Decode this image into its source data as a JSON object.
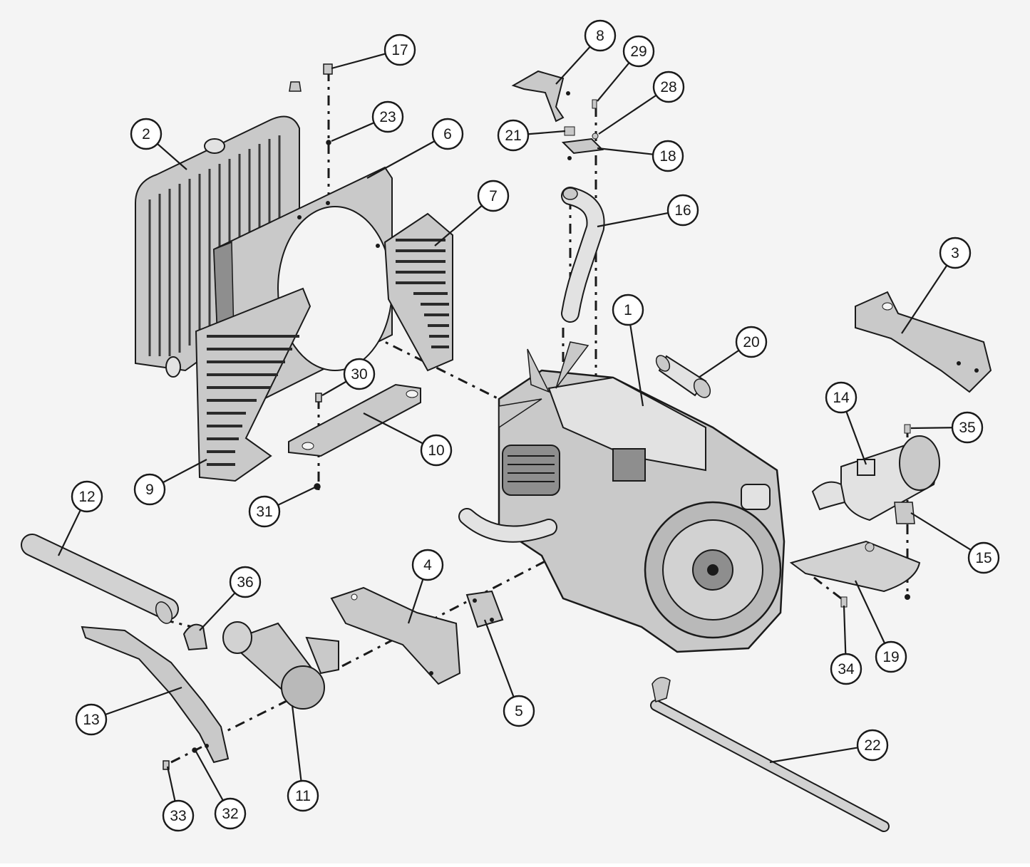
{
  "diagram": {
    "colors": {
      "background": "#f4f4f4",
      "part_fill": "#c9c9c9",
      "part_light": "#e2e2e2",
      "part_dark": "#8e8e8e",
      "outline": "#1a1a1a",
      "callout_fill": "#ffffff"
    },
    "callouts": [
      {
        "id": "c1",
        "label": "1"
      },
      {
        "id": "c2",
        "label": "2"
      },
      {
        "id": "c3",
        "label": "3"
      },
      {
        "id": "c4",
        "label": "4"
      },
      {
        "id": "c5",
        "label": "5"
      },
      {
        "id": "c6",
        "label": "6"
      },
      {
        "id": "c7",
        "label": "7"
      },
      {
        "id": "c8",
        "label": "8"
      },
      {
        "id": "c9",
        "label": "9"
      },
      {
        "id": "c10",
        "label": "10"
      },
      {
        "id": "c11",
        "label": "11"
      },
      {
        "id": "c12",
        "label": "12"
      },
      {
        "id": "c13",
        "label": "13"
      },
      {
        "id": "c14",
        "label": "14"
      },
      {
        "id": "c15",
        "label": "15"
      },
      {
        "id": "c16",
        "label": "16"
      },
      {
        "id": "c17",
        "label": "17"
      },
      {
        "id": "c18",
        "label": "18"
      },
      {
        "id": "c19",
        "label": "19"
      },
      {
        "id": "c20",
        "label": "20"
      },
      {
        "id": "c21",
        "label": "21"
      },
      {
        "id": "c22",
        "label": "22"
      },
      {
        "id": "c23",
        "label": "23"
      },
      {
        "id": "c28",
        "label": "28"
      },
      {
        "id": "c29",
        "label": "29"
      },
      {
        "id": "c30",
        "label": "30"
      },
      {
        "id": "c31",
        "label": "31"
      },
      {
        "id": "c32",
        "label": "32"
      },
      {
        "id": "c33",
        "label": "33"
      },
      {
        "id": "c34",
        "label": "34"
      },
      {
        "id": "c35",
        "label": "35"
      },
      {
        "id": "c36",
        "label": "36"
      }
    ]
  }
}
